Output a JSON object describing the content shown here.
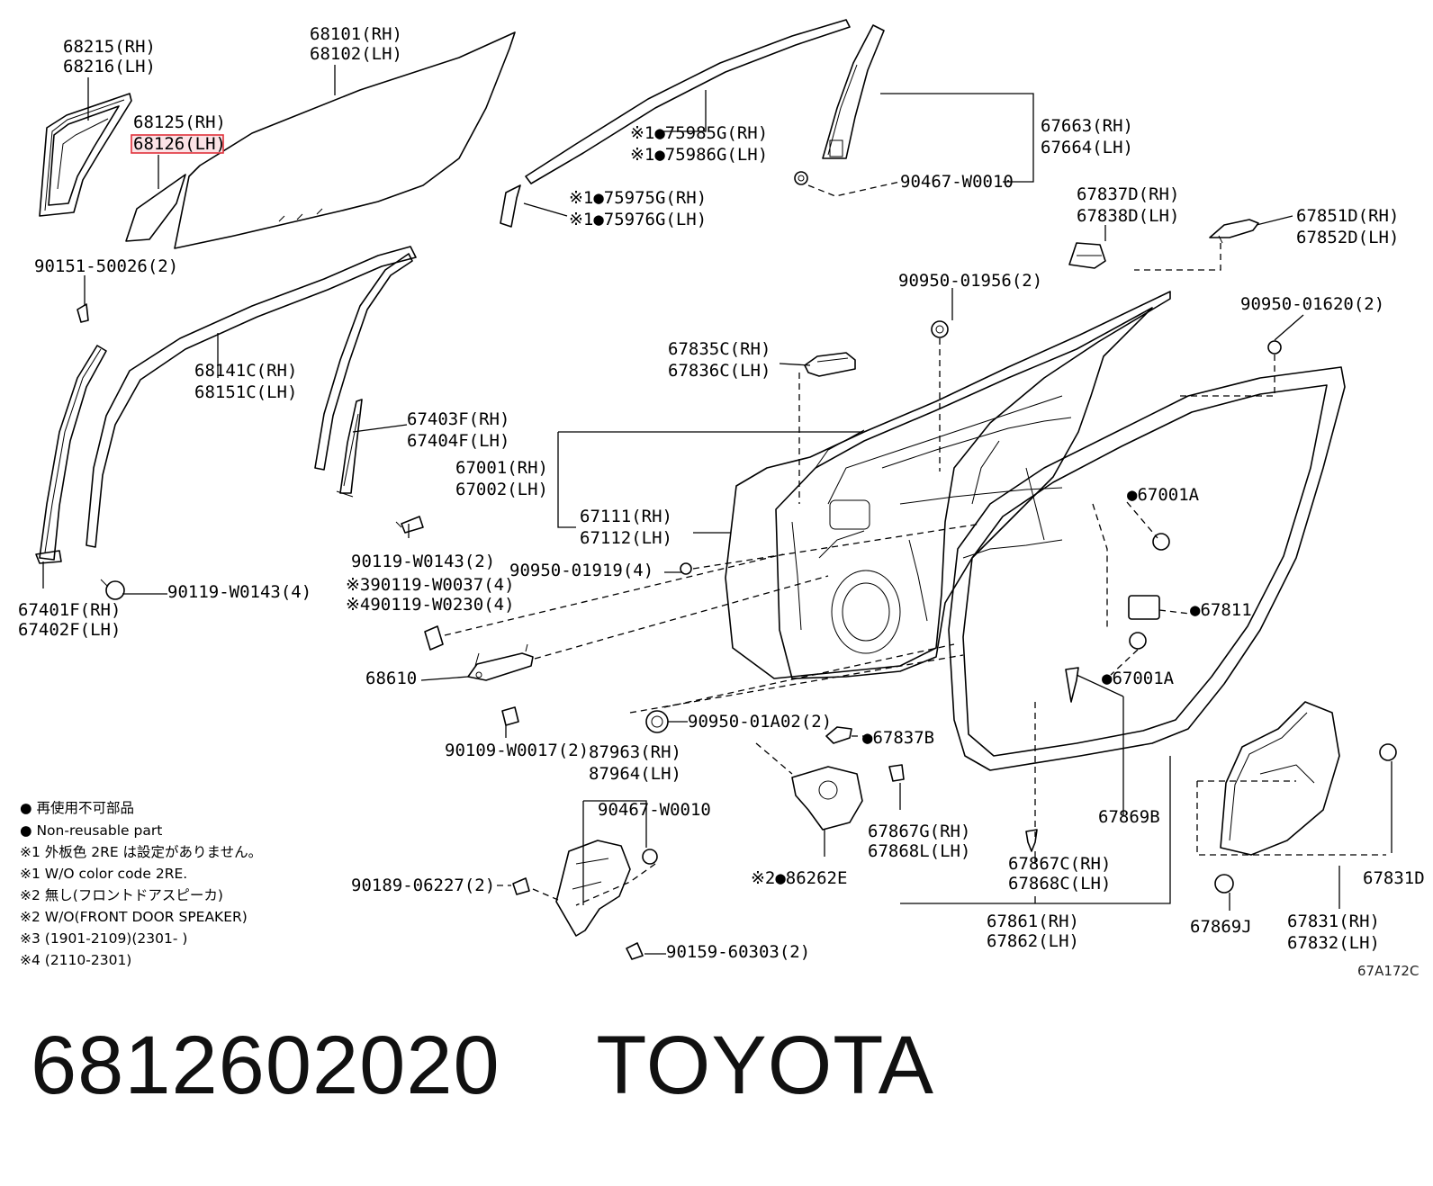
{
  "labels": {
    "l68215": "68215(RH)",
    "l68216": "68216(LH)",
    "l68101": "68101(RH)",
    "l68102": "68102(LH)",
    "l68125": "68125(RH)",
    "l68126": "68126(LH)",
    "l75985": "※1●75985G(RH)",
    "l75986": "※1●75986G(LH)",
    "l75975": "※1●75975G(RH)",
    "l75976": "※1●75976G(LH)",
    "l67663": "67663(RH)",
    "l67664": "67664(LH)",
    "l90467a": "90467-W0010",
    "l90151": "90151-50026(2)",
    "l67837d": "67837D(RH)",
    "l67838d": "67838D(LH)",
    "l67851d": "67851D(RH)",
    "l67852d": "67852D(LH)",
    "l68141c": "68141C(RH)",
    "l68151c": "68151C(LH)",
    "l90950a": "90950-01956(2)",
    "l90950b": "90950-01620(2)",
    "l67835c": "67835C(RH)",
    "l67836c": "67836C(LH)",
    "l67403f": "67403F(RH)",
    "l67404f": "67404F(LH)",
    "l67001": "67001(RH)",
    "l67002": "67002(LH)",
    "l67111": "67111(RH)",
    "l67112": "67112(LH)",
    "l67001a1": "●67001A",
    "l90119a": "90119-W0143(2)",
    "l90950c": "90950-01919(4)",
    "l67401f": "67401F(RH)",
    "l67402f": "67402F(LH)",
    "l90119b": "90119-W0143(4)",
    "l90119c": "※390119-W0037(4)",
    "l90119d": "※490119-W0230(4)",
    "l67811": "●67811",
    "l68610": "68610",
    "l67001a2": "●67001A",
    "l90950d": "90950-01A02(2)",
    "l67837b": "●67837B",
    "l90109": "90109-W0017(2)",
    "l87963": "87963(RH)",
    "l87964": "87964(LH)",
    "l90467b": "90467-W0010",
    "l67869b": "67869B",
    "l67867g": "67867G(RH)",
    "l67868l": "67868L(LH)",
    "l86262e": "※2●86262E",
    "l67867c": "67867C(RH)",
    "l67868c": "67868C(LH)",
    "l67831d": "67831D",
    "l90189": "90189-06227(2)",
    "l67861": "67861(RH)",
    "l67862": "67862(LH)",
    "l67869j": "67869J",
    "l67831": "67831(RH)",
    "l67832": "67832(LH)",
    "l90159": "90159-60303(2)"
  },
  "legend": [
    "● 再使用不可部品",
    "● Non-reusable part",
    "※1 外板色 2RE は設定がありません。",
    "※1 W/O color code 2RE.",
    "※2 無し(フロントドアスピーカ)",
    "※2 W/O(FRONT DOOR SPEAKER)",
    "※3 (1901-2109)(2301-        )",
    "※4 (2110-2301)"
  ],
  "diagram_code": "67A172C",
  "caption": {
    "part_number": "6812602020",
    "brand": "TOYOTA"
  },
  "highlight_color": "#e0303a"
}
